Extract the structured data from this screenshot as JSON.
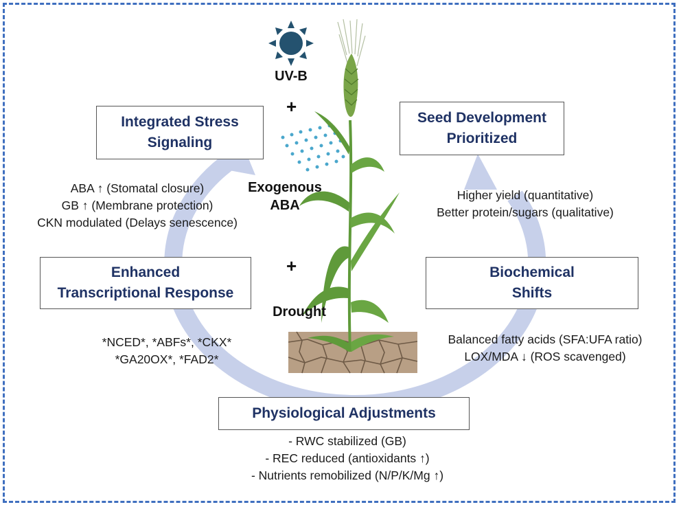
{
  "stressors": {
    "uvb": "UV-B",
    "exogenous_aba": [
      "Exogenous",
      "ABA"
    ],
    "drought": "Drought",
    "plus": "+"
  },
  "steps": {
    "integrated_signaling": {
      "title": [
        "Integrated Stress",
        "Signaling"
      ],
      "notes": [
        "ABA ↑ (Stomatal closure)",
        "GB ↑ (Membrane protection)",
        "CKN modulated (Delays senescence)"
      ]
    },
    "transcriptional": {
      "title": [
        "Enhanced",
        "Transcriptional Response"
      ],
      "notes": [
        "*NCED*, *ABFs*, *CKX*",
        "*GA20OX*, *FAD2*"
      ]
    },
    "physiological": {
      "title": [
        "Physiological Adjustments"
      ],
      "notes": [
        "- RWC stabilized (GB)",
        "- REC reduced (antioxidants ↑)",
        "- Nutrients remobilized (N/P/K/Mg ↑)"
      ]
    },
    "biochemical": {
      "title": [
        "Biochemical",
        "Shifts"
      ],
      "notes": [
        "Balanced fatty acids (SFA:UFA ratio)",
        "LOX/MDA ↓ (ROS scavenged)"
      ]
    },
    "seed": {
      "title": [
        "Seed Development",
        "Prioritized"
      ],
      "notes": [
        "Higher yield (quantitative)",
        "Better protein/sugars (qualitative)"
      ]
    }
  },
  "icons": [
    "sun-icon",
    "spray-droplets-icon",
    "wheat-plant-icon",
    "cracked-soil-icon",
    "cycle-arrow-icon"
  ],
  "colors": {
    "box_title": "#1f3264",
    "cycle_arrow": "#c5cfe9",
    "frame_border": "#3f6fbf",
    "sun": "#24526f",
    "droplets": "#4aa7cc",
    "plant": "#5f9a3a",
    "soil": "#b89f85"
  }
}
